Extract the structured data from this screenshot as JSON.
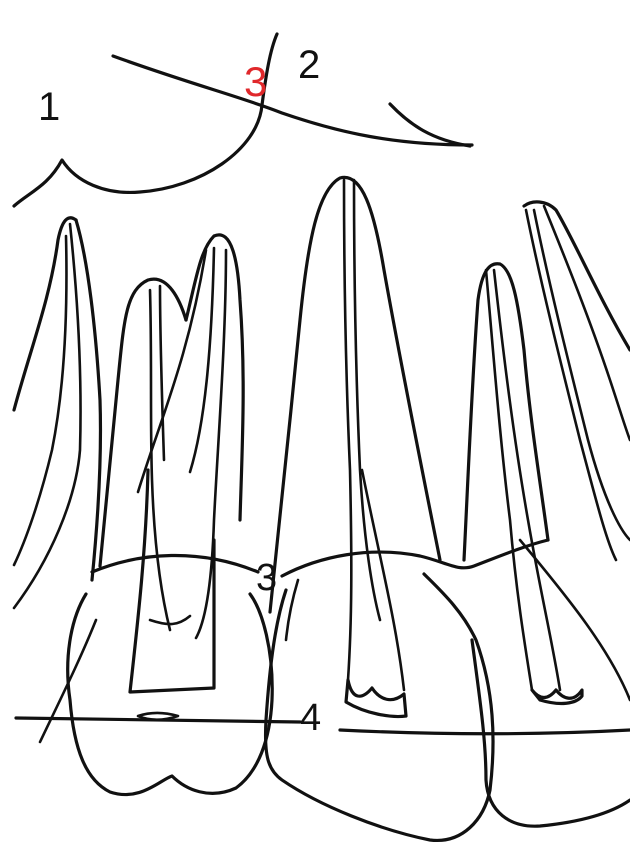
{
  "colors": {
    "line": "#111111",
    "label": "#111111",
    "highlight": "#e0282b",
    "background": "#ffffff"
  },
  "labels": {
    "maxillary_sinus": "1",
    "nasal_floor": "2",
    "inverted_y_line": "3",
    "cej_line": "3",
    "occlusal_plane": "4"
  }
}
